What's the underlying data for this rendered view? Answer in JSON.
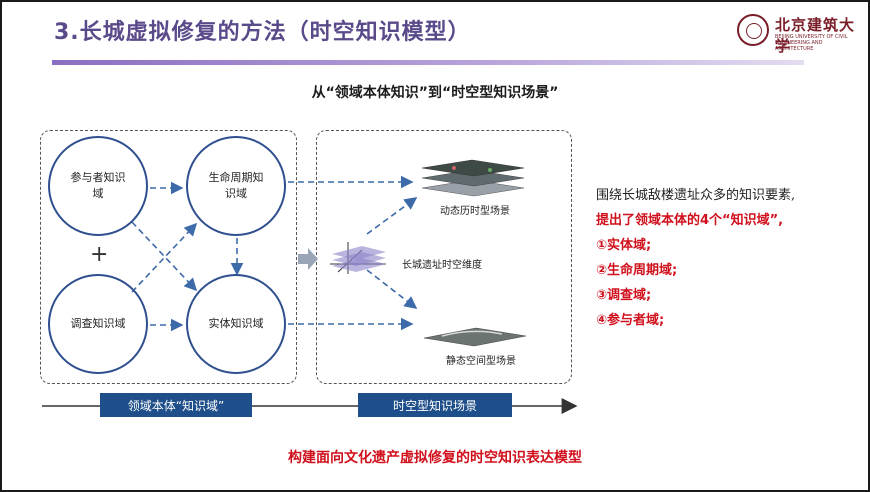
{
  "slide": {
    "title": "3.长城虚拟修复的方法（时空知识模型）",
    "logo": {
      "name": "北京建筑大学",
      "english": "BEIJING UNIVERSITY OF CIVIL ENGINEERING AND ARCHITECTURE"
    },
    "subtitle": "从“领域本体知识”到“时空型知识场景”",
    "domains": {
      "participant": "参与者知识域",
      "lifecycle": "生命周期知识域",
      "survey": "调查知识域",
      "entity": "实体知识域"
    },
    "plus": "+",
    "scenes": {
      "dynamic": "动态历时型场景",
      "dimension": "长城遗址时空维度",
      "static": "静态空间型场景"
    },
    "right_text": {
      "line0": "围绕长城敌楼遗址众多的知识要素,",
      "line1": "提出了领域本体的4个“知识域”,",
      "items": [
        "①实体域;",
        "②生命周期域;",
        "③调查域;",
        "④参与者域;"
      ]
    },
    "timeline": {
      "left_label": "领域本体“知识域”",
      "right_label": "时空型知识场景"
    },
    "bottom_text": "构建面向文化遗产虚拟修复的时空知识表达模型",
    "colors": {
      "title": "#5b4a8a",
      "accent_red": "#d0101c",
      "band_blue": "#1f4f8a",
      "circle_border": "#2f4f8f",
      "arrow_blue": "#3d6aa8"
    }
  }
}
